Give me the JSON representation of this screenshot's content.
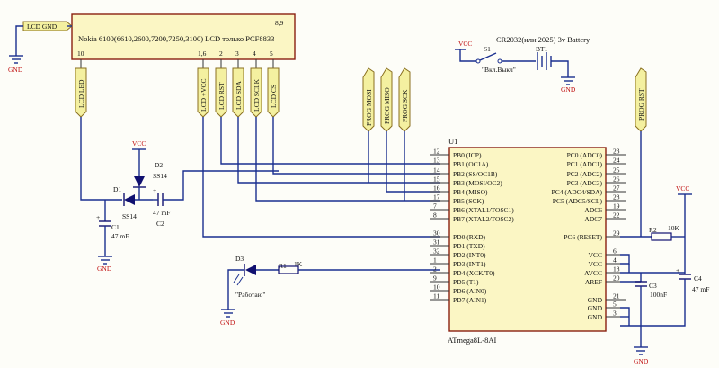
{
  "lcd": {
    "title": "Nokia 6100(6610,2600,7200,7250,3100) LCD только PCF8833",
    "pin_89": "8,9",
    "pin_10": "10",
    "pin_16": "1,6",
    "pin_2": "2",
    "pin_3": "3",
    "pin_4": "4",
    "pin_5": "5"
  },
  "ports": {
    "lcd_gnd": "LCD GND",
    "lcd_led": "LCD LED",
    "lcd_vcc": "LCD +VCC",
    "lcd_rst": "LCD RST",
    "lcd_sda": "LCD SDA",
    "lcd_sclk": "LCD SCLK",
    "lcd_cs": "LCD CS",
    "prog_mosi": "PROG MOSI",
    "prog_miso": "PROG MISO",
    "prog_sck": "PROG SCK",
    "prog_rst": "PROG RST"
  },
  "power": {
    "vcc": "VCC",
    "gnd": "GND"
  },
  "battery": {
    "title": "CR2032(или 2025) 3v Battery",
    "ref": "BT1",
    "switch_ref": "S1",
    "switch_label": "\"Вкл.Выкл\""
  },
  "components": {
    "d1_ref": "D1",
    "d1_val": "SS14",
    "d2_ref": "D2",
    "d2_val": "SS14",
    "c1_ref": "C1",
    "c1_val": "47 mF",
    "c2_ref": "C2",
    "c2_val": "47 mF",
    "d3_ref": "D3",
    "d3_label": "\"Работаю\"",
    "r1_ref": "R1",
    "r1_val": "1K",
    "r2_ref": "R2",
    "r2_val": "10K",
    "c3_ref": "C3",
    "c3_val": "100nF",
    "c4_ref": "C4",
    "c4_val": "47 mF"
  },
  "mcu": {
    "ref": "U1",
    "part": "ATmega8L-8AI",
    "left_pins": [
      {
        "num": "12",
        "name": "PB0 (ICP)"
      },
      {
        "num": "13",
        "name": "PB1 (OC1A)"
      },
      {
        "num": "14",
        "name": "PB2 (SS/OC1B)"
      },
      {
        "num": "15",
        "name": "PB3 (MOSI/OC2)"
      },
      {
        "num": "16",
        "name": "PB4 (MISO)"
      },
      {
        "num": "17",
        "name": "PB5 (SCK)"
      },
      {
        "num": "7",
        "name": "PB6 (XTAL1/TOSC1)"
      },
      {
        "num": "8",
        "name": "PB7 (XTAL2/TOSC2)"
      },
      {
        "num": "30",
        "name": "PD0 (RXD)"
      },
      {
        "num": "31",
        "name": "PD1 (TXD)"
      },
      {
        "num": "32",
        "name": "PD2 (INT0)"
      },
      {
        "num": "1",
        "name": "PD3 (INT1)"
      },
      {
        "num": "2",
        "name": "PD4 (XCK/T0)"
      },
      {
        "num": "9",
        "name": "PD5 (T1)"
      },
      {
        "num": "10",
        "name": "PD6 (AIN0)"
      },
      {
        "num": "11",
        "name": "PD7 (AIN1)"
      }
    ],
    "right_pins": [
      {
        "num": "23",
        "name": "PC0 (ADC0)"
      },
      {
        "num": "24",
        "name": "PC1 (ADC1)"
      },
      {
        "num": "25",
        "name": "PC2 (ADC2)"
      },
      {
        "num": "26",
        "name": "PC3 (ADC3)"
      },
      {
        "num": "27",
        "name": "PC4 (ADC4/SDA)"
      },
      {
        "num": "28",
        "name": "PC5 (ADC5/SCL)"
      },
      {
        "num": "19",
        "name": "ADC6"
      },
      {
        "num": "22",
        "name": "ADC7"
      },
      {
        "num": "29",
        "name": "PC6 (RESET)"
      },
      {
        "num": "6",
        "name": "VCC"
      },
      {
        "num": "4",
        "name": "VCC"
      },
      {
        "num": "18",
        "name": "AVCC"
      },
      {
        "num": "20",
        "name": "AREF"
      },
      {
        "num": "21",
        "name": "GND"
      },
      {
        "num": "5",
        "name": "GND"
      },
      {
        "num": "3",
        "name": "GND"
      }
    ]
  }
}
